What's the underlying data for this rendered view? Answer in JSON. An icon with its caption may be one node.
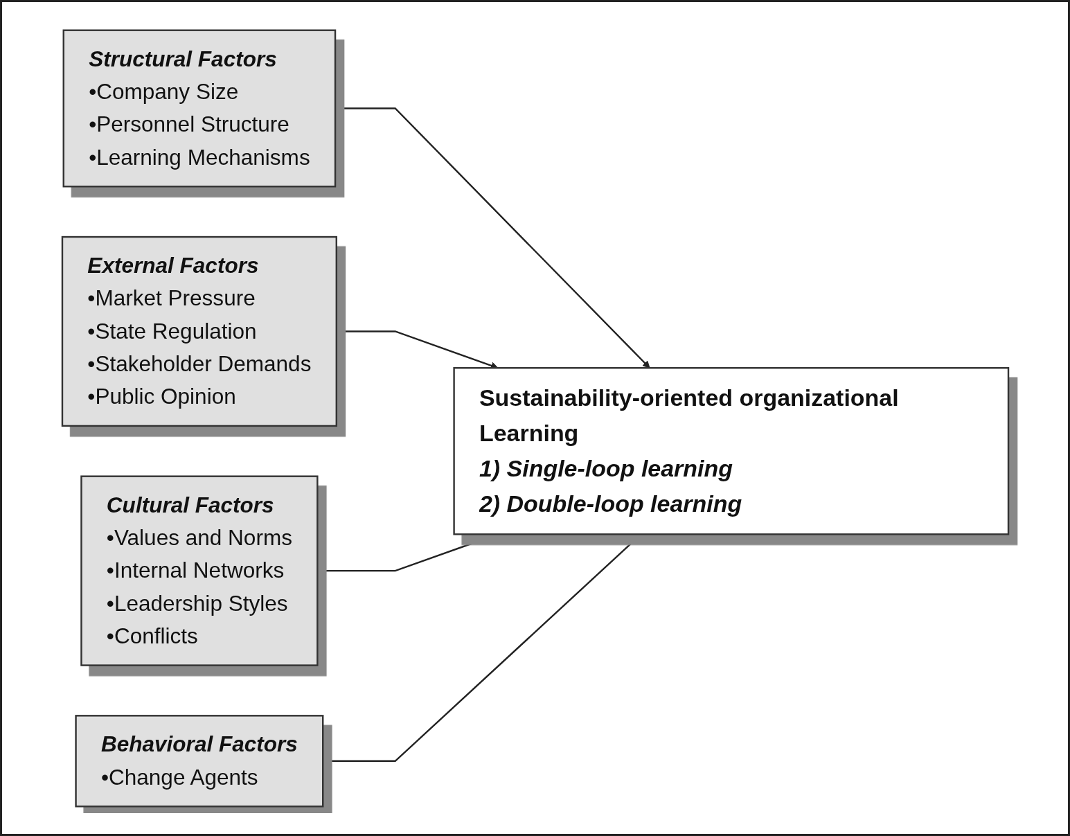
{
  "diagram": {
    "nodes": [
      {
        "text": [
          "Structural Factors",
          "•Company Size",
          "•Personnel Structure",
          "•Learning Mechanisms"
        ]
      },
      {
        "text": [
          "External Factors",
          "•Market Pressure",
          "•State Regulation",
          "•Stakeholder Demands",
          "•Public Opinion"
        ]
      },
      {
        "text": [
          "Cultural Factors",
          "•Values and Norms",
          "•Internal Networks",
          "•Leadership Styles",
          "•Conflicts"
        ]
      },
      {
        "text": [
          "Behavioral Factors",
          "•Change Agents"
        ]
      },
      {
        "text": [
          "Sustainability-oriented organizational Learning",
          "1) Single-loop learning",
          "2) Double-loop learning"
        ]
      }
    ],
    "edges": [
      {
        "from": 0,
        "to": 4,
        "arrow": "to"
      },
      {
        "from": 1,
        "to": 4,
        "arrow": "to"
      },
      {
        "from": 2,
        "to": 4,
        "arrow": "to"
      },
      {
        "from": 3,
        "to": 4,
        "arrow": "to"
      }
    ]
  }
}
